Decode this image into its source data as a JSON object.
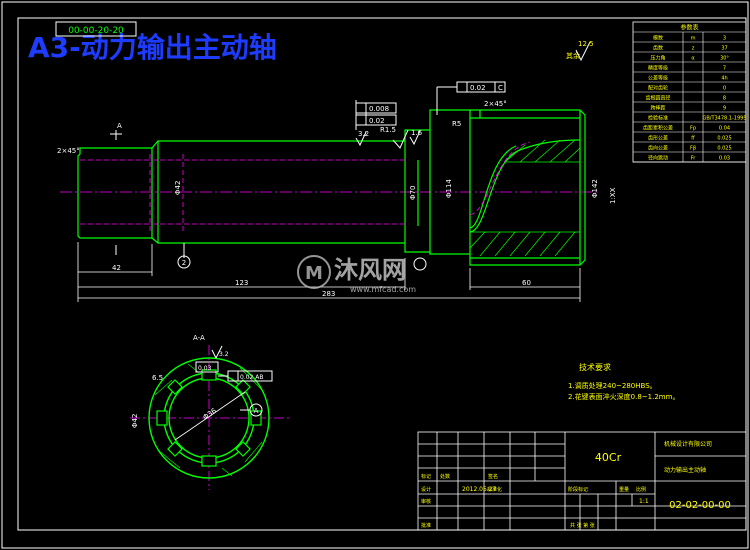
{
  "title": "A3-动力输出主动轴",
  "drawing_code_box": "00-00-20-20",
  "roughness": "12.5",
  "roughness_label": "其余",
  "param_table": {
    "header": "参数表",
    "rows": [
      [
        "模数",
        "m",
        "3"
      ],
      [
        "齿数",
        "z",
        "37"
      ],
      [
        "压力角",
        "α",
        "30°"
      ],
      [
        "精度等级",
        "",
        "7"
      ],
      [
        "公差等级",
        "",
        "4h"
      ],
      [
        "配对齿轮",
        "",
        "0"
      ],
      [
        "齿根圆直径",
        "",
        "8"
      ],
      [
        "跨棒距",
        "",
        "9"
      ],
      [
        "检验标准",
        "",
        "GB/T3478.1-1995"
      ],
      [
        "齿距累积公差",
        "Fp",
        "0.04"
      ],
      [
        "齿形公差",
        "ff",
        "0.025"
      ],
      [
        "齿向公差",
        "Fβ",
        "0.025"
      ],
      [
        "径向跳动",
        "Fr",
        "0.03"
      ]
    ]
  },
  "dims": {
    "chamfer_left": "2×45°",
    "chamfer_right": "2×45°",
    "d_main": "Φ42",
    "d_shoulder": "Φ70",
    "d_flange": "Φ142",
    "d_spline": "Φ114",
    "spline_spec": "1:XX",
    "len_123": "123",
    "len_283": "283",
    "len_60": "60",
    "len_42": "42",
    "r15": "R1.5",
    "r5": "R5",
    "ra32": "3.2",
    "ra16": "1.6",
    "tol_runout": "0.02",
    "tol_flat1": "0.008",
    "tol_flat2": "0.02",
    "ref_c": "C",
    "ref_a": "A",
    "ref_a_circle": "A"
  },
  "section": {
    "label": "A-A",
    "d_outer": "Φ42",
    "depth": "Φ36",
    "width_note": "6.5",
    "tol1": "0.03",
    "tol2": "0.02 AB",
    "ra": "3.2",
    "callout_2": "2"
  },
  "notes": {
    "heading": "技术要求",
    "line1": "1.调质处理240~280HBS。",
    "line2": "2.花键表面淬火深度0.8~1.2mm。"
  },
  "title_block": {
    "material": "40Cr",
    "company": "机械设计有限公司",
    "part_name": "动力输出主动轴",
    "drawing_no": "02-02-00-00",
    "date": "2012.05.27",
    "scale": "1:1",
    "designer": "设计",
    "checker": "审核",
    "approve": "批准",
    "mark": "标记",
    "count": "处数",
    "sign": "签名",
    "std": "标准化",
    "stage": "阶段标记",
    "weight": "重量",
    "ratio": "比例",
    "sheet": "共 张 第 张"
  },
  "watermark": {
    "brand": "沐风网",
    "url": "www.mfcad.com"
  },
  "colors": {
    "bg": "#000000",
    "line": "#ffffff",
    "part": "#00ff00",
    "axis": "#ff00ff",
    "title": "#1e3cff",
    "text_yellow": "#ffff00",
    "cyan": "#00ffff"
  }
}
